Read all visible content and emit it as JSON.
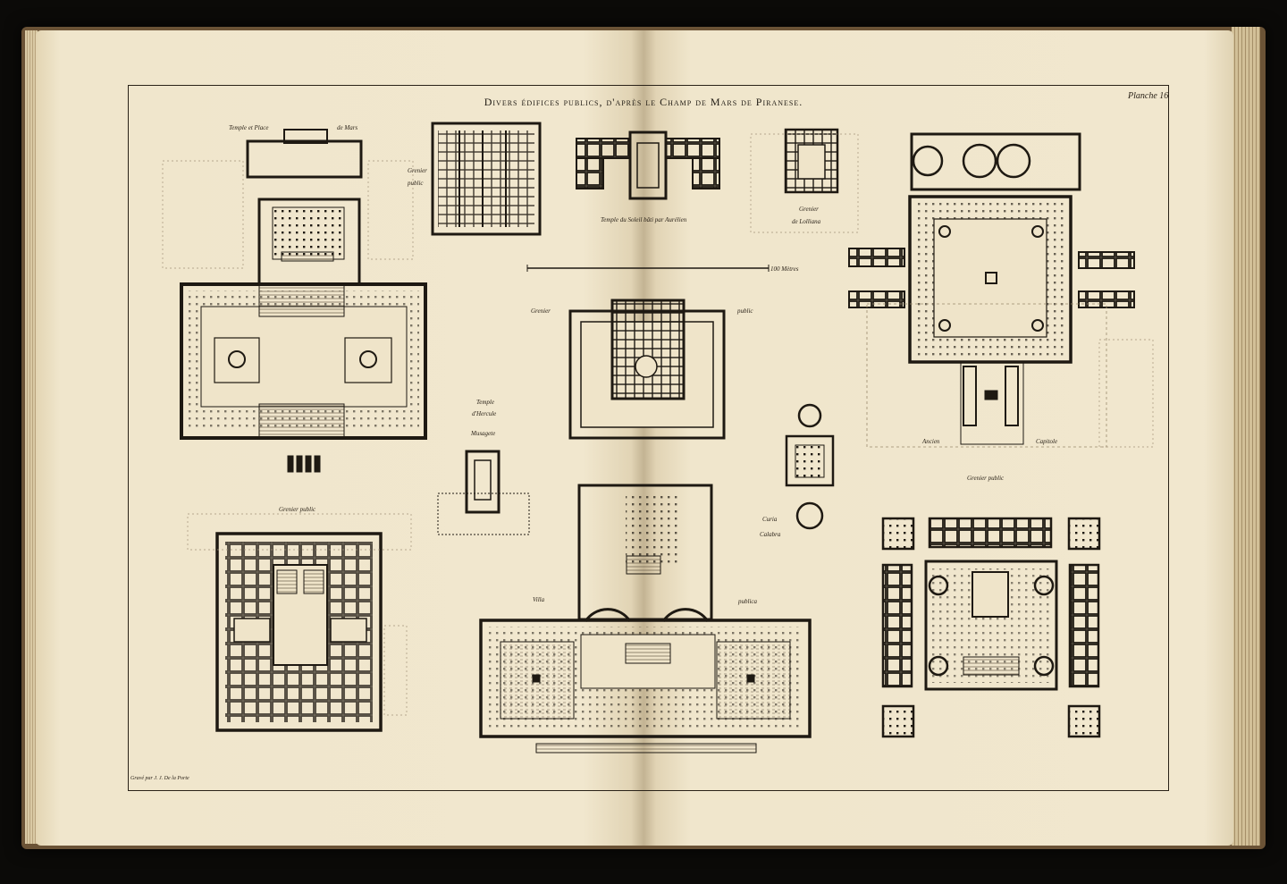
{
  "plate": {
    "title": "Divers édifices publics, d'après le Champ de Mars de Piranese.",
    "plate_number": "Planche 16",
    "engraver": "Gravé par J. J. De la Porte"
  },
  "labels": {
    "temple_place_mars_a": "Temple et Place",
    "temple_place_mars_b": "de Mars",
    "grenier_public_1a": "Grenier",
    "grenier_public_1b": "public",
    "temple_soleil": "Temple du Soleil bâti par Aurélien",
    "grenier_lolliana_a": "Grenier",
    "grenier_lolliana_b": "de Lolliana",
    "scale_label": "100 Mètres",
    "grenier_public_2a": "Grenier",
    "grenier_public_2b": "public",
    "temple_hercule_a": "Temple",
    "temple_hercule_b": "d'Hercule",
    "temple_hercule_c": "Musagete",
    "ancien_capitole_a": "Ancien",
    "ancien_capitole_b": "Capitole",
    "grenier_public_3": "Grenier public",
    "grenier_public_4": "Grenier public",
    "curia_calabra_a": "Curia",
    "curia_calabra_b": "Calabra",
    "villa_publica_a": "Villa",
    "villa_publica_b": "publica"
  }
}
